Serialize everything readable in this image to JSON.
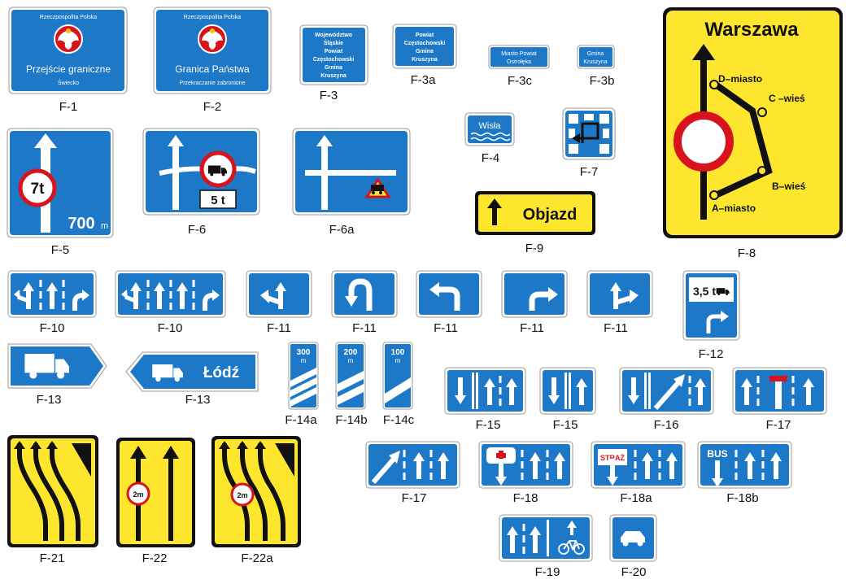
{
  "colors": {
    "blue": "#1e78c8",
    "yellow": "#ffe62e",
    "red": "#d7141e",
    "black": "#111111",
    "white": "#ffffff"
  },
  "captions": {
    "f1": "F-1",
    "f2": "F-2",
    "f3": "F-3",
    "f3a": "F-3a",
    "f3c": "F-3c",
    "f3b": "F-3b",
    "f4": "F-4",
    "f5": "F-5",
    "f6": "F-6",
    "f6a": "F-6a",
    "f7": "F-7",
    "f8": "F-8",
    "f9": "F-9",
    "f10": "F-10",
    "f11": "F-11",
    "f12": "F-12",
    "f13": "F-13",
    "f14a": "F-14a",
    "f14b": "F-14b",
    "f14c": "F-14c",
    "f15": "F-15",
    "f16": "F-16",
    "f17": "F-17",
    "f18": "F-18",
    "f18a": "F-18a",
    "f18b": "F-18b",
    "f19": "F-19",
    "f20": "F-20",
    "f21": "F-21",
    "f22": "F-22",
    "f22a": "F-22a"
  },
  "signs": {
    "f1": {
      "top": "Rzeczpospolita Polska",
      "main": "Przejście graniczne",
      "sub": "Świecko"
    },
    "f2": {
      "top": "Rzeczpospolita Polska",
      "main": "Granica Państwa",
      "sub": "Przekraczanie zabronione"
    },
    "f3": {
      "lines": [
        "Województwo",
        "Śląskie",
        "Powiat",
        "Częstochowski",
        "Gmina",
        "Kruszyna"
      ]
    },
    "f3a": {
      "lines": [
        "Powiat",
        "Częstochowski",
        "Gmina",
        "Kruszyna"
      ]
    },
    "f3c": {
      "lines": [
        "Miasto Powiat",
        "Ostrołęka"
      ]
    },
    "f3b": {
      "lines": [
        "Gmina",
        "Kruszyna"
      ]
    },
    "f4": {
      "river": "Wisła"
    },
    "f5": {
      "limit": "7t",
      "distance": "700",
      "unit": "m"
    },
    "f6": {
      "plate": "5 t"
    },
    "f8": {
      "city": "Warszawa",
      "d": "D–miasto",
      "c": "C –wieś",
      "b": "B–wieś",
      "a": "A–miasto"
    },
    "f9": {
      "text": "Objazd"
    },
    "f12": {
      "weight": "3,5 t"
    },
    "f13": {
      "city": "Łódź"
    },
    "f14a": {
      "distance": "300",
      "unit": "m"
    },
    "f14b": {
      "distance": "200",
      "unit": "m"
    },
    "f14c": {
      "distance": "100",
      "unit": "m"
    },
    "f18a": {
      "label": "STRAŻ"
    },
    "f18b": {
      "label": "BUS"
    },
    "f22": {
      "width": "2m"
    },
    "f22a": {
      "width": "2m"
    }
  }
}
